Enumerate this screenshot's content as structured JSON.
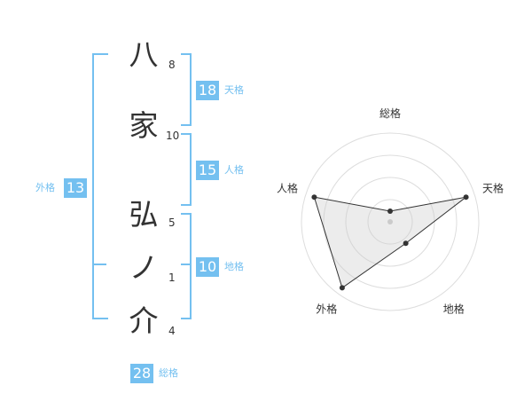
{
  "name": {
    "chars": [
      {
        "char": "八",
        "strokes": "8"
      },
      {
        "char": "家",
        "strokes": "10"
      },
      {
        "char": "弘",
        "strokes": "5"
      },
      {
        "char": "ノ",
        "strokes": "1"
      },
      {
        "char": "介",
        "strokes": "4"
      }
    ]
  },
  "scores": {
    "tenkaku": {
      "value": "18",
      "label": "天格"
    },
    "jinkaku": {
      "value": "15",
      "label": "人格"
    },
    "chikaku": {
      "value": "10",
      "label": "地格"
    },
    "gaikaku": {
      "value": "13",
      "label": "外格"
    },
    "soukaku": {
      "value": "28",
      "label": "総格"
    }
  },
  "colors": {
    "accent": "#74c0f0",
    "text": "#333333",
    "grid": "#dddddd"
  },
  "chart_data": {
    "type": "radar",
    "axes": [
      "総格",
      "天格",
      "地格",
      "外格",
      "人格"
    ],
    "max": 5,
    "rings": 4,
    "values": [
      0.6,
      4.5,
      1.5,
      4.6,
      4.5
    ]
  }
}
